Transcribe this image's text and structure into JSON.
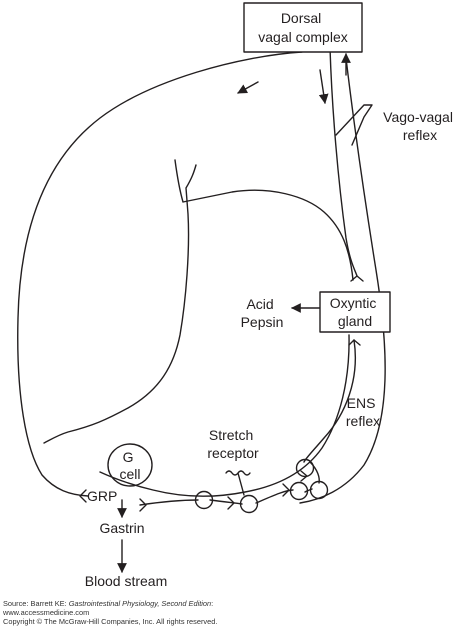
{
  "boxes": {
    "dorsal_vagal": [
      "Dorsal",
      "vagal complex"
    ],
    "oxyntic_gland": [
      "Oxyntic",
      "gland"
    ],
    "g_cell": [
      "G",
      "cell"
    ]
  },
  "labels": {
    "vago_vagal": [
      "Vago-vagal",
      "reflex"
    ],
    "acid_pepsin": [
      "Acid",
      "Pepsin"
    ],
    "ens_reflex": [
      "ENS",
      "reflex"
    ],
    "stretch_receptor": [
      "Stretch",
      "receptor"
    ],
    "grp": "GRP",
    "gastrin": "Gastrin",
    "blood_stream": "Blood stream"
  },
  "source": {
    "prefix": "Source: Barrett KE: ",
    "title": "Gastrointestinal Physiology, Second Edition",
    "suffix": ":",
    "url": "www.accessmedicine.com",
    "copyright": "Copyright © The McGraw-Hill Companies, Inc. All rights reserved."
  },
  "colors": {
    "stroke": "#231f20",
    "background": "#ffffff"
  }
}
